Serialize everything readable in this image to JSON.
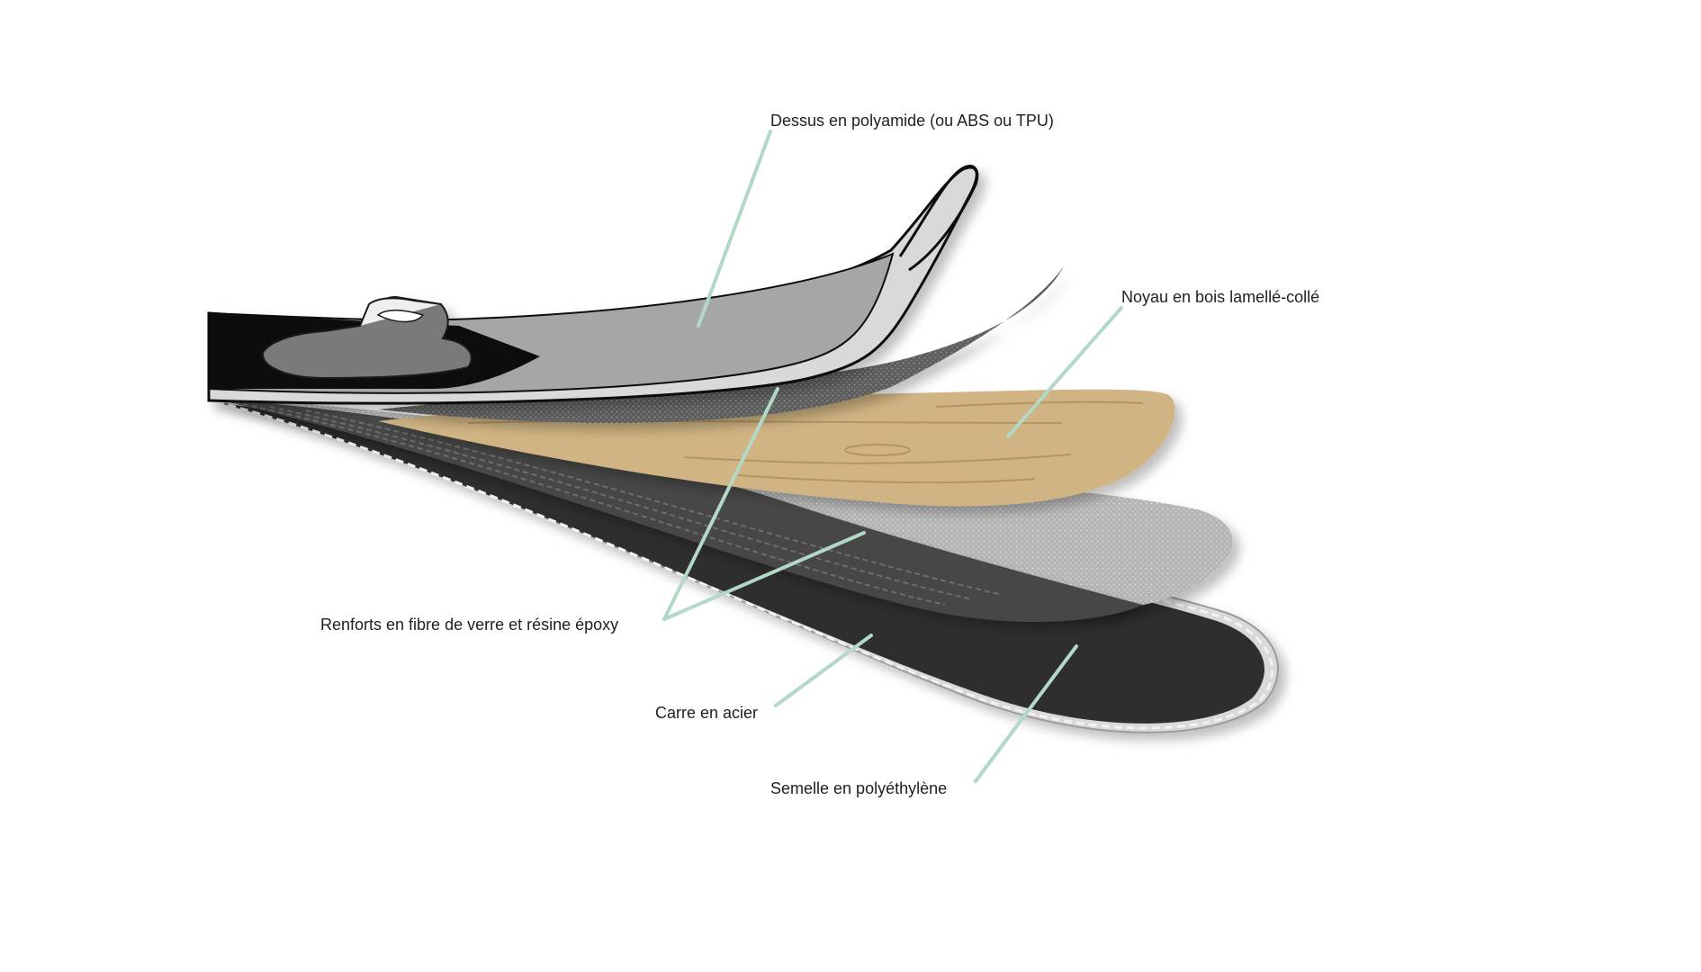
{
  "labels": {
    "top_sheet": "Dessus en polyamide (ou ABS ou TPU)",
    "core": "Noyau en bois lamellé-collé",
    "reinforcement": "Renforts en fibre de verre et résine époxy",
    "edge": "Carre en acier",
    "base": "Semelle en polyéthylène"
  },
  "colors": {
    "leader_line": "#b2d8c6",
    "top_sheet": "#a6a6a6",
    "core_wood": "#d0b483",
    "fiberglass_dark": "#5a5a5a",
    "fiberglass_light": "#bdbdbd",
    "base": "#2e2e2e",
    "edge": "#d9d9d9"
  }
}
